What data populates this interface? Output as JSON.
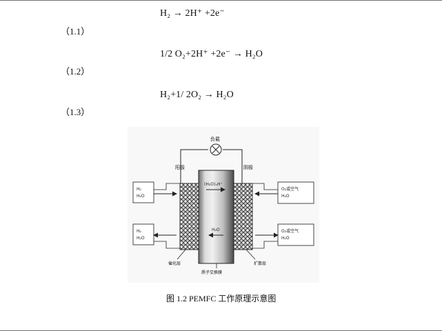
{
  "equations": [
    {
      "number": "（1.1）",
      "expression": "H₂ → 2H⁺ +2e⁻"
    },
    {
      "number": "（1.2）",
      "expression": "1/2 O₂+2H⁺ +2e⁻ → H₂O"
    },
    {
      "number": "（1.3）",
      "expression": "H₂+1/ 2O₂ → H₂O"
    }
  ],
  "figure": {
    "labels": {
      "load": "负载",
      "anode": "阳极",
      "cathode": "阴极",
      "left_top_box_line1": "H₂",
      "left_top_box_line2": "H₂O",
      "left_bottom_box_line1": "H₂",
      "left_bottom_box_line2": "H₂O",
      "right_top_box_line1": "O₂或空气",
      "right_top_box_line2": "H₂O",
      "right_bottom_box_line1": "O₂或空气",
      "right_bottom_box_line2": "H₂O",
      "membrane_top_species": "(H₂O)ₓH⁺",
      "membrane_bottom_species": "H₂O",
      "catalyst_layer": "催化层",
      "proton_exchange_membrane": "质子交换膜",
      "diffusion_layer": "扩散层"
    },
    "caption": "图 1.2   PEMFC 工作原理示意图"
  },
  "colors": {
    "text": "#111111",
    "page_rule": "#6f6f6f",
    "figure_background": "#f8f8f8",
    "membrane_light": "#d9d9d9",
    "membrane_dark": "#515151",
    "line": "#222222"
  }
}
